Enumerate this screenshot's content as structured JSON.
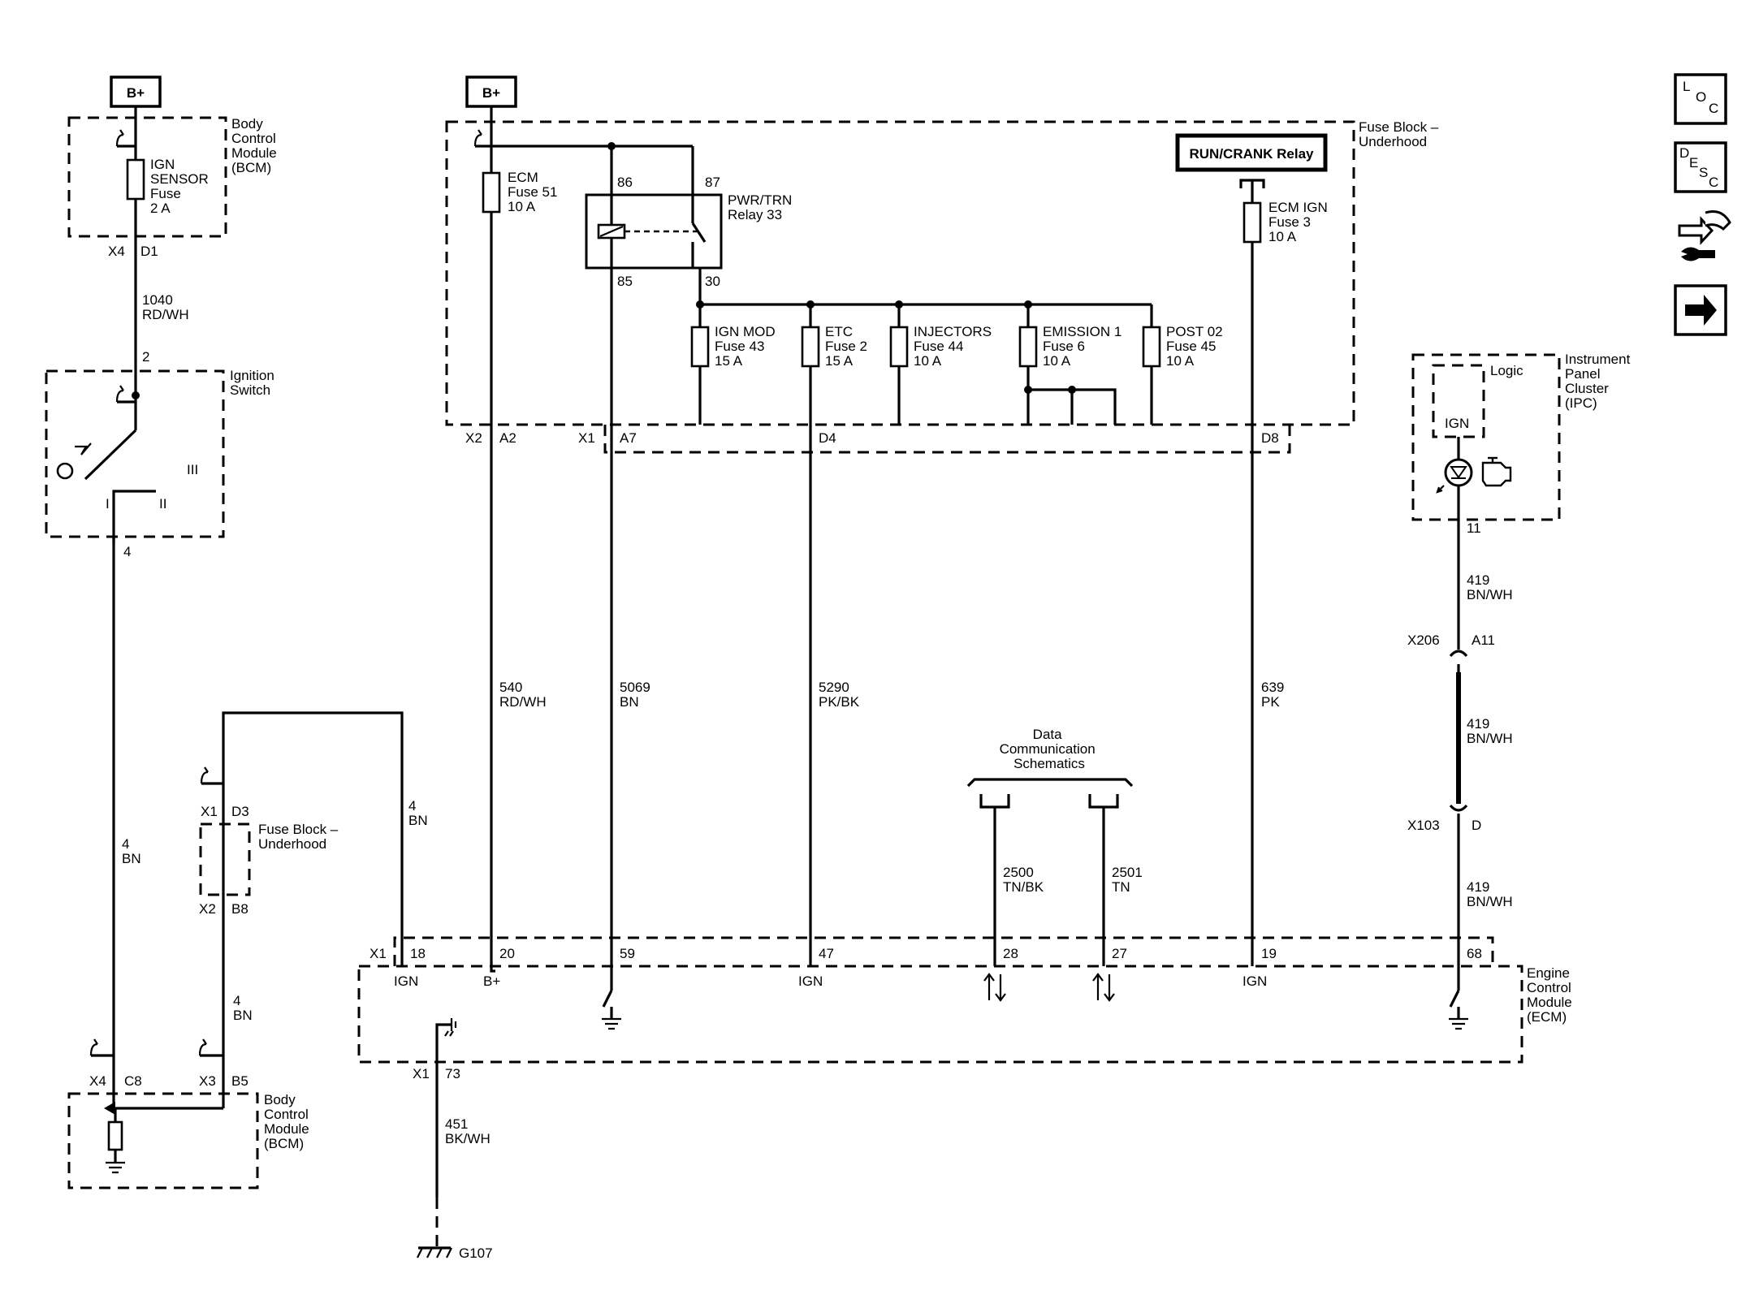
{
  "power_labels": {
    "bplus_left": "B+",
    "bplus_right": "B+"
  },
  "modules": {
    "bcm_top": [
      "Body",
      "Control",
      "Module",
      "(BCM)"
    ],
    "ignition_switch": [
      "Ignition",
      "Switch"
    ],
    "fuse_block_top": [
      "Fuse Block –",
      "Underhood"
    ],
    "fuse_block_mid": [
      "Fuse Block –",
      "Underhood"
    ],
    "ipc": [
      "Instrument",
      "Panel",
      "Cluster",
      "(IPC)"
    ],
    "ipc_logic": "Logic",
    "ipc_ign": "IGN",
    "ecm": [
      "Engine",
      "Control",
      "Module",
      "(ECM)"
    ],
    "bcm_bottom": [
      "Body",
      "Control",
      "Module",
      "(BCM)"
    ],
    "data_comm": [
      "Data",
      "Communication",
      "Schematics"
    ],
    "run_crank_relay": "RUN/CRANK Relay",
    "pwr_trn_relay": [
      "PWR/TRN",
      "Relay 33"
    ]
  },
  "fuses": {
    "ign_sensor": [
      "IGN",
      "SENSOR",
      "Fuse",
      "2 A"
    ],
    "ecm_51": [
      "ECM",
      "Fuse 51",
      "10 A"
    ],
    "ecm_ign_3": [
      "ECM IGN",
      "Fuse 3",
      "10 A"
    ],
    "ign_mod_43": [
      "IGN MOD",
      "Fuse 43",
      "15 A"
    ],
    "etc_2": [
      "ETC",
      "Fuse 2",
      "15 A"
    ],
    "injectors_44": [
      "INJECTORS",
      "Fuse 44",
      "10 A"
    ],
    "emission1_6": [
      "EMISSION 1",
      "Fuse 6",
      "10 A"
    ],
    "post02_45": [
      "POST 02",
      "Fuse 45",
      "10 A"
    ]
  },
  "relay_pins": {
    "p86": "86",
    "p87": "87",
    "p85": "85",
    "p30": "30"
  },
  "switch_positions": {
    "pos0": "0",
    "pos1": "I",
    "pos2": "II",
    "pos3": "III"
  },
  "connectors": {
    "bcm_x4": "X4",
    "bcm_d1": "D1",
    "sw_pin2": "2",
    "sw_pin4": "4",
    "fb_x2": "X2",
    "fb_a2": "A2",
    "fb_x1": "X1",
    "fb_a7": "A7",
    "fb_d4": "D4",
    "fb_d8": "D8",
    "fbm_x1": "X1",
    "fbm_d3": "D3",
    "fbm_x2": "X2",
    "fbm_b8": "B8",
    "ipc_11": "11",
    "x206": "X206",
    "a11": "A11",
    "x103": "X103",
    "d": "D",
    "ecm_x1": "X1",
    "ecm_18": "18",
    "ecm_20": "20",
    "ecm_59": "59",
    "ecm_47": "47",
    "ecm_28": "28",
    "ecm_27": "27",
    "ecm_19": "19",
    "ecm_68": "68",
    "ecm_x1b": "X1",
    "ecm_73": "73",
    "bcmb_x4": "X4",
    "bcmb_c8": "C8",
    "bcmb_x3": "X3",
    "bcmb_b5": "B5",
    "g107": "G107"
  },
  "ecm_pin_labels": {
    "p18": "IGN",
    "p20": "B+",
    "p47": "IGN",
    "p19": "IGN"
  },
  "wires": {
    "w1040": [
      "1040",
      "RD/WH"
    ],
    "w4_left": [
      "4",
      "BN"
    ],
    "w4_right": [
      "4",
      "BN"
    ],
    "w4_mid": [
      "4",
      "BN"
    ],
    "w540": [
      "540",
      "RD/WH"
    ],
    "w5069": [
      "5069",
      "BN"
    ],
    "w5290": [
      "5290",
      "PK/BK"
    ],
    "w639": [
      "639",
      "PK"
    ],
    "w2500": [
      "2500",
      "TN/BK"
    ],
    "w2501": [
      "2501",
      "TN"
    ],
    "w419a": [
      "419",
      "BN/WH"
    ],
    "w419b": [
      "419",
      "BN/WH"
    ],
    "w419c": [
      "419",
      "BN/WH"
    ],
    "w451": [
      "451",
      "BK/WH"
    ]
  },
  "nav": {
    "loc": [
      "L",
      "O",
      "C"
    ],
    "desc": [
      "D",
      "E",
      "S",
      "C"
    ]
  }
}
